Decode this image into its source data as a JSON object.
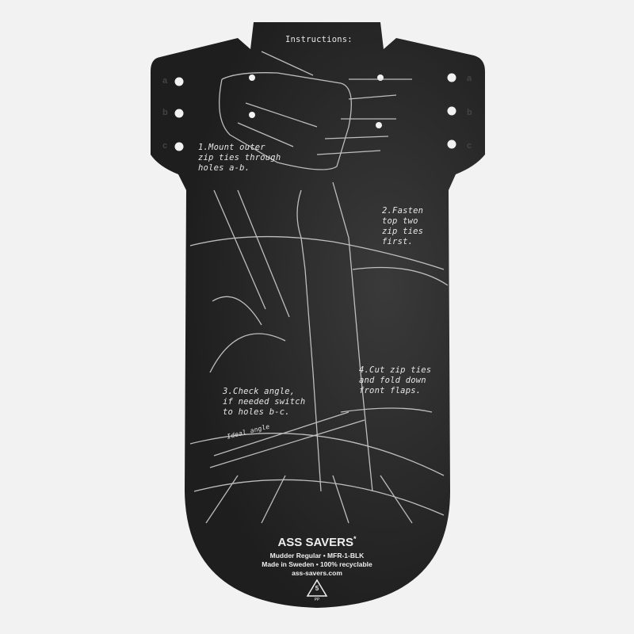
{
  "product": {
    "title": "Instructions:",
    "steps": [
      "1.Mount outer\nzip ties through\nholes a-b.",
      "2.Fasten\ntop two\nzip ties\nfirst.",
      "3.Check angle,\nif needed switch\nto holes b-c.",
      "4.Cut zip ties\nand fold down\nfront flaps."
    ],
    "angle_label": "Ideal angle",
    "hole_labels": [
      "a",
      "b",
      "c"
    ],
    "brand": "ASS SAVERS",
    "brand_mark": "*",
    "model_line": "Mudder Regular • MFR-1-BLK",
    "origin_line": "Made in Sweden • 100% recyclable",
    "website": "ass-savers.com",
    "recycle_code": "5",
    "recycle_sub": "PP"
  },
  "colors": {
    "background": "#f2f2f2",
    "guard": "#222222",
    "print": "#e6e6e6"
  }
}
